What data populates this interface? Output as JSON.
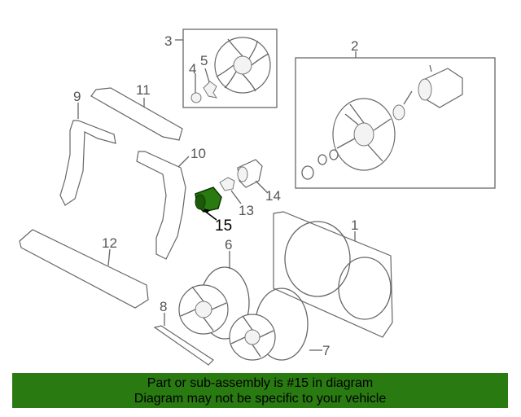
{
  "diagram": {
    "callouts": [
      "1",
      "2",
      "3",
      "4",
      "5",
      "6",
      "7",
      "8",
      "9",
      "10",
      "11",
      "12",
      "13",
      "14",
      "15"
    ],
    "highlighted_part": "15",
    "highlight_color": "#2a7a12"
  },
  "banner": {
    "line1": "Part or sub-assembly is #15 in diagram",
    "line2": "Diagram may not be specific to your vehicle",
    "background": "#2a7a12"
  }
}
